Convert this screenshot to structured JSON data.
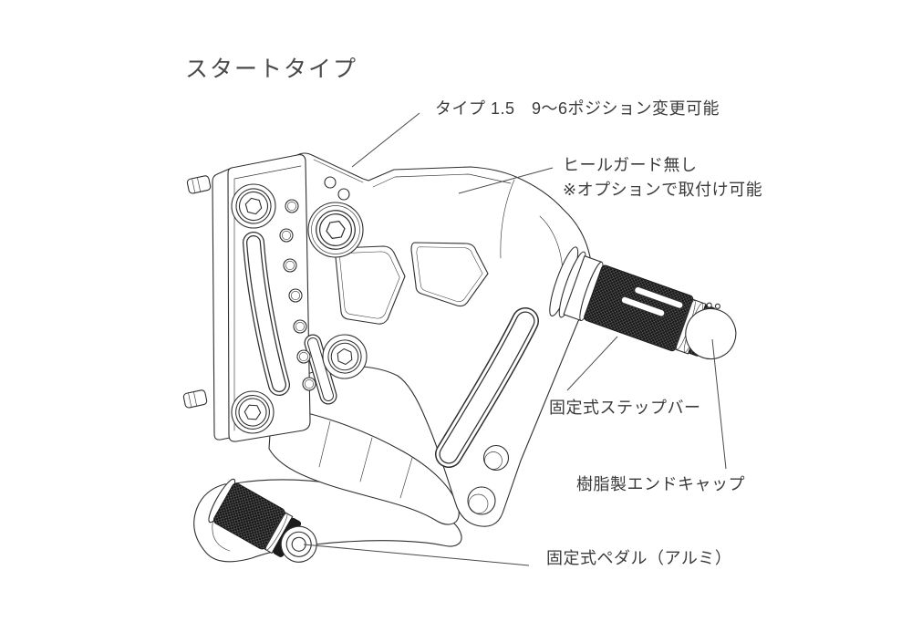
{
  "page": {
    "background": "#ffffff"
  },
  "title": "スタートタイプ",
  "callouts": {
    "type_position": "タイプ 1.5　9～6ポジション変更可能",
    "heel_guard_line1": "ヒールガード無し",
    "heel_guard_line2": "※オプションで取付け可能",
    "step_bar": "固定式ステップバー",
    "end_cap": "樹脂製エンドキャップ",
    "pedal": "固定式ペダル（アルミ）"
  },
  "colors": {
    "line": "#2f2f2f",
    "text": "#3b3b3b",
    "title_text": "#4a4a4a",
    "knurl_fill": "#181818",
    "leader_line": "#4a4a4a",
    "background": "#ffffff"
  }
}
